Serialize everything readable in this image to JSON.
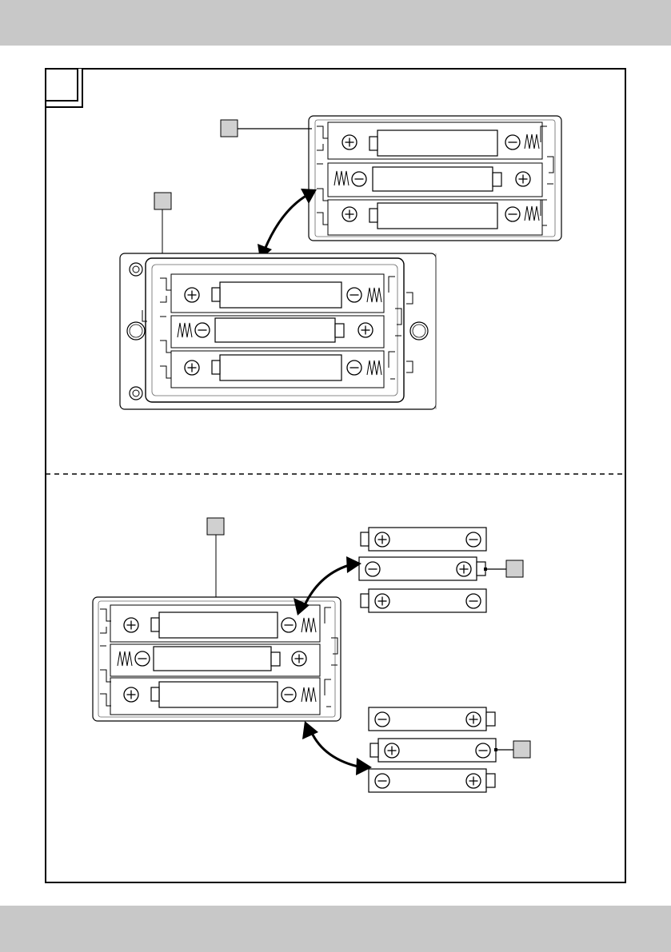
{
  "figure": {
    "number": "",
    "callouts": [
      "",
      "",
      "",
      "",
      "",
      ""
    ]
  },
  "colors": {
    "band": "#c8c8c8",
    "callout_fill": "#d0d0d0",
    "line": "#000000",
    "holder_outline": "#555555"
  },
  "icons": {
    "plus_terminal": "circled-plus",
    "minus_terminal": "circled-minus",
    "spring": "zigzag-spring",
    "arrow": "curved-double-arrow"
  },
  "panels": [
    {
      "name": "insert-holder-into-compartment",
      "holder_cells": 3,
      "compartment_cells": 3
    },
    {
      "name": "insert-batteries-into-holder",
      "holder_cells": 3,
      "loose_batteries": 6
    }
  ]
}
